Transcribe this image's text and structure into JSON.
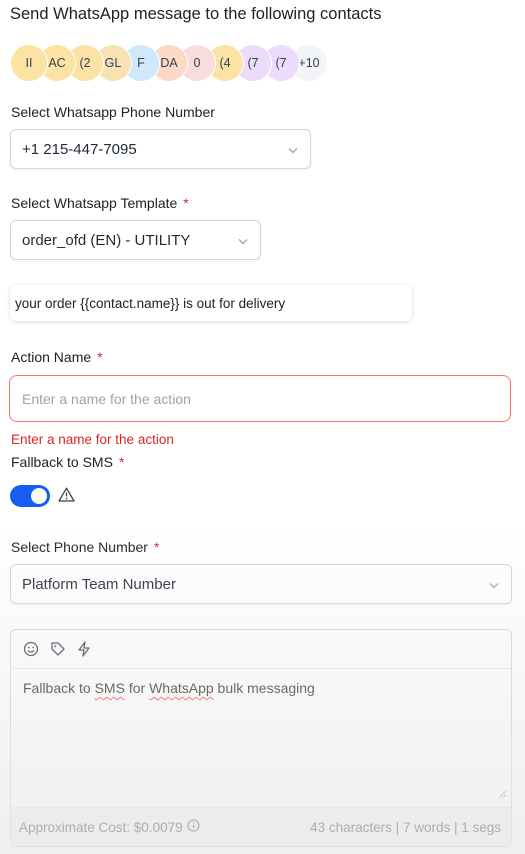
{
  "header": {
    "title": "Send WhatsApp message to the following contacts"
  },
  "contacts": {
    "avatars": [
      {
        "initials": "II",
        "color": "#fbe3a4"
      },
      {
        "initials": "AC",
        "color": "#fbe3a4"
      },
      {
        "initials": "(2",
        "color": "#fbe3a4"
      },
      {
        "initials": "GL",
        "color": "#f6e2b3"
      },
      {
        "initials": "F",
        "color": "#cfe8fb"
      },
      {
        "initials": "DA",
        "color": "#fbd9c5"
      },
      {
        "initials": "0",
        "color": "#fbdcdc"
      },
      {
        "initials": "(4",
        "color": "#fbe3a4"
      },
      {
        "initials": "(7",
        "color": "#ecdcfb"
      },
      {
        "initials": "(7",
        "color": "#ecdcfb"
      },
      {
        "initials": "+10",
        "color": "#f3f4f6"
      }
    ]
  },
  "whatsapp_number": {
    "label": "Select Whatsapp Phone Number",
    "value": "+1 215-447-7095"
  },
  "template": {
    "label": "Select Whatsapp Template",
    "required_mark": "*",
    "value": "order_ofd (EN) - UTILITY",
    "preview": "your order {{contact.name}} is out for delivery"
  },
  "action_name": {
    "label": "Action Name",
    "required_mark": "*",
    "placeholder": "Enter a name for the action",
    "error": "Enter a name for the action"
  },
  "fallback": {
    "label": "Fallback to SMS",
    "required_mark": "*",
    "enabled": true,
    "accent_color": "#155eef"
  },
  "phone_number": {
    "label": "Select Phone Number",
    "required_mark": "*",
    "value": "Platform Team Number"
  },
  "editor": {
    "text_before": "Fallback to ",
    "misspelled_1": "SMS",
    "text_middle": " for ",
    "misspelled_2": "WhatsApp",
    "text_after": " bulk messaging",
    "toolbar_icons": [
      "emoji-icon",
      "tag-icon",
      "lightning-icon"
    ]
  },
  "footer": {
    "cost": "Approximate Cost: $0.0079",
    "stats": "43 characters | 7 words | 1 segs"
  }
}
